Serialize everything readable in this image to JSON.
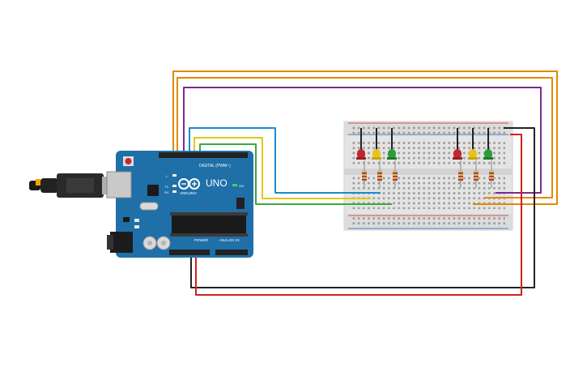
{
  "arduino": {
    "model_label": "UNO",
    "brand_label": "ARDUINO",
    "digital_label": "DIGITAL (PWM~)",
    "power_label": "POWER",
    "analog_label": "ANALOG IN",
    "tx_label": "TX",
    "rx_label": "RX",
    "on_label": "ON",
    "l_label": "L"
  },
  "colors": {
    "board": "#1f6fa8",
    "breadboard": "#e6e6e6",
    "led_red": "#c0282b",
    "led_yellow": "#e8c21c",
    "led_green": "#2f9a3a"
  },
  "leds": [
    {
      "color": "red"
    },
    {
      "color": "yellow"
    },
    {
      "color": "green"
    },
    {
      "color": "red"
    },
    {
      "color": "yellow"
    },
    {
      "color": "green"
    }
  ]
}
